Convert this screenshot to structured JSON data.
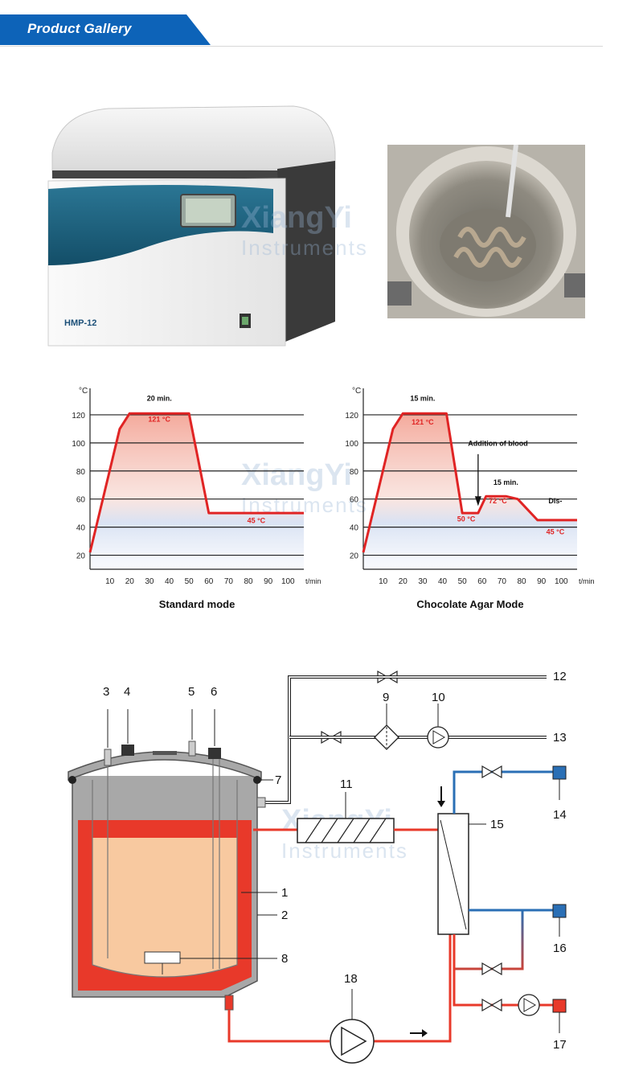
{
  "header": {
    "title": "Product Gallery"
  },
  "machine": {
    "model_label": "HMP-12"
  },
  "watermark": {
    "brand": "XiangYi",
    "sub": "Instruments"
  },
  "colors": {
    "accent": "#0d63b8",
    "curve": "#e02424",
    "jacket": "#e8392a",
    "medium": "#f8c9a0",
    "coolant": "#2a6fb5"
  },
  "chart_data": [
    {
      "type": "line",
      "title": "Standard mode",
      "ylabel": "°C",
      "xlabel": "t/min",
      "x_ticks": [
        10,
        20,
        30,
        40,
        50,
        60,
        70,
        80,
        90,
        100
      ],
      "y_ticks": [
        20,
        40,
        60,
        80,
        100,
        120
      ],
      "xlim": [
        0,
        108
      ],
      "ylim": [
        10,
        132
      ],
      "series": [
        {
          "x": [
            0,
            15,
            20,
            50,
            60,
            108
          ],
          "y": [
            22,
            110,
            121,
            121,
            50,
            50
          ]
        }
      ],
      "annotations": [
        {
          "text": "20 min.",
          "x": 35,
          "y": 130
        },
        {
          "text": "121 °C",
          "x": 35,
          "y": 115
        },
        {
          "text": "45 °C",
          "x": 84,
          "y": 43
        }
      ]
    },
    {
      "type": "line",
      "title": "Chocolate Agar Mode",
      "ylabel": "°C",
      "xlabel": "t/min",
      "x_ticks": [
        10,
        20,
        30,
        40,
        50,
        60,
        70,
        80,
        90,
        100
      ],
      "y_ticks": [
        20,
        40,
        60,
        80,
        100,
        120
      ],
      "xlim": [
        0,
        108
      ],
      "ylim": [
        10,
        132
      ],
      "series": [
        {
          "x": [
            0,
            15,
            20,
            42,
            50,
            58,
            62,
            72,
            78,
            88,
            108
          ],
          "y": [
            22,
            110,
            121,
            121,
            50,
            50,
            62,
            62,
            60,
            45,
            45
          ]
        }
      ],
      "annotations": [
        {
          "text": "15 min.",
          "x": 30,
          "y": 130
        },
        {
          "text": "121 °C",
          "x": 30,
          "y": 113
        },
        {
          "text": "Addition of blood",
          "x": 68,
          "y": 98
        },
        {
          "text": "15 min.",
          "x": 72,
          "y": 70
        },
        {
          "text": "72 °C",
          "x": 68,
          "y": 57
        },
        {
          "text": "Dis-",
          "x": 97,
          "y": 57
        },
        {
          "text": "50 °C",
          "x": 52,
          "y": 44
        },
        {
          "text": "45 °C",
          "x": 97,
          "y": 35
        }
      ]
    }
  ],
  "diagram": {
    "labels": [
      "1",
      "2",
      "3",
      "4",
      "5",
      "6",
      "7",
      "8",
      "9",
      "10",
      "11",
      "12",
      "13",
      "14",
      "15",
      "16",
      "17",
      "18"
    ]
  }
}
